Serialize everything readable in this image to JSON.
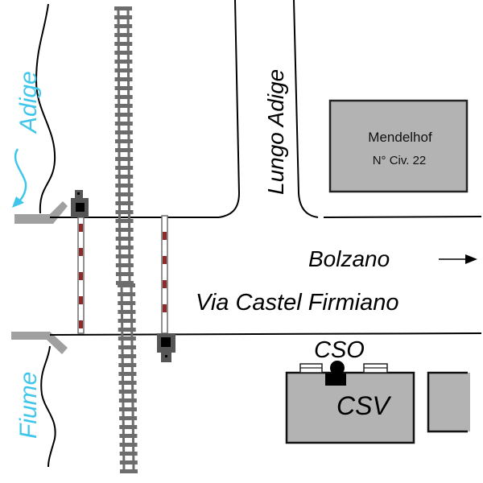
{
  "labels": {
    "river_top": "Adige",
    "river_bottom": "Fiume",
    "street_vertical": "Lungo Adige",
    "direction": "Bolzano",
    "street_horizontal": "Via Castel Firmiano",
    "building_main_name": "Mendelhof",
    "building_main_number": "N° Civ. 22",
    "signal_cso": "CSO",
    "building_csv": "CSV"
  },
  "icons": {
    "direction_arrow": "arrow-right-icon",
    "flow_arrow": "river-flow-arrow-icon"
  },
  "colors": {
    "river_text": "#3fc6ea",
    "road_line": "#000000",
    "building_fill": "#b3b3b3",
    "rail": "#6d6d6d",
    "barrier_red": "#8b2b2b",
    "signal_dark": "#555555",
    "bridge_gray": "#a0a0a0"
  }
}
